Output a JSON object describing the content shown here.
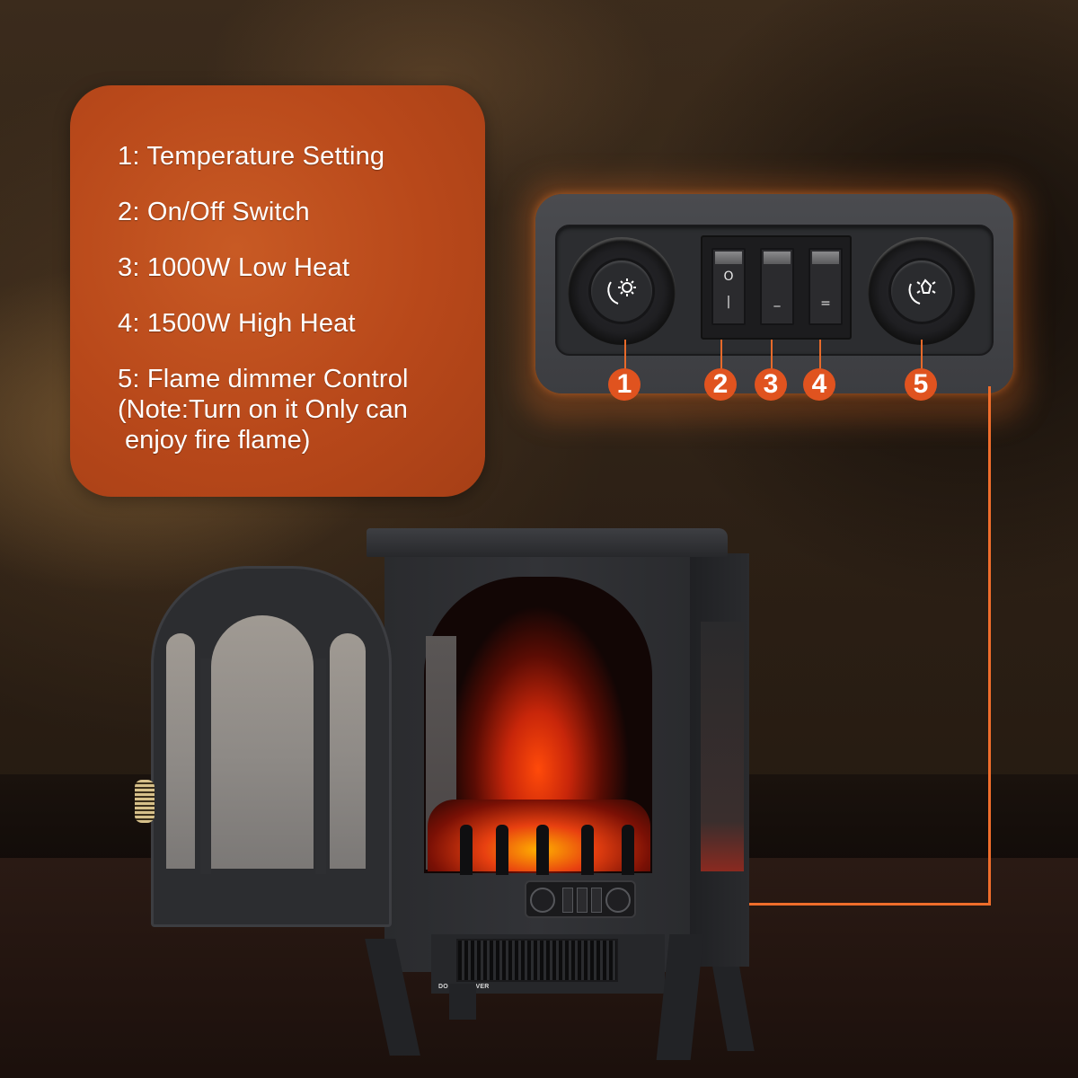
{
  "info_card": {
    "items": [
      {
        "number": "1",
        "label": "1: Temperature Setting"
      },
      {
        "number": "2",
        "label": "2: On/Off Switch"
      },
      {
        "number": "3",
        "label": "3: 1000W Low Heat"
      },
      {
        "number": "4",
        "label": "4: 1500W High Heat"
      },
      {
        "number": "5",
        "label": "5: Flame dimmer Control"
      }
    ],
    "note_line1": "(Note:Turn on it Only can",
    "note_line2": " enjoy fire flame)"
  },
  "control_panel": {
    "knob_left_icon": "sun-gear-icon",
    "knob_right_icon": "flame-bulb-icon",
    "switches": [
      {
        "id": "2",
        "glyph_top": "O",
        "glyph_bottom": "|"
      },
      {
        "id": "3",
        "glyph_bottom": "_"
      },
      {
        "id": "4",
        "glyph_bottom": "="
      }
    ],
    "callouts": [
      "1",
      "2",
      "3",
      "4",
      "5"
    ]
  },
  "stove": {
    "label": "DO NOT COVER"
  },
  "colors": {
    "card_orange": "#b8481a",
    "callout_orange": "#e0531f",
    "leader_line": "#ef6d2b",
    "panel_gray": "#3c3d41"
  }
}
